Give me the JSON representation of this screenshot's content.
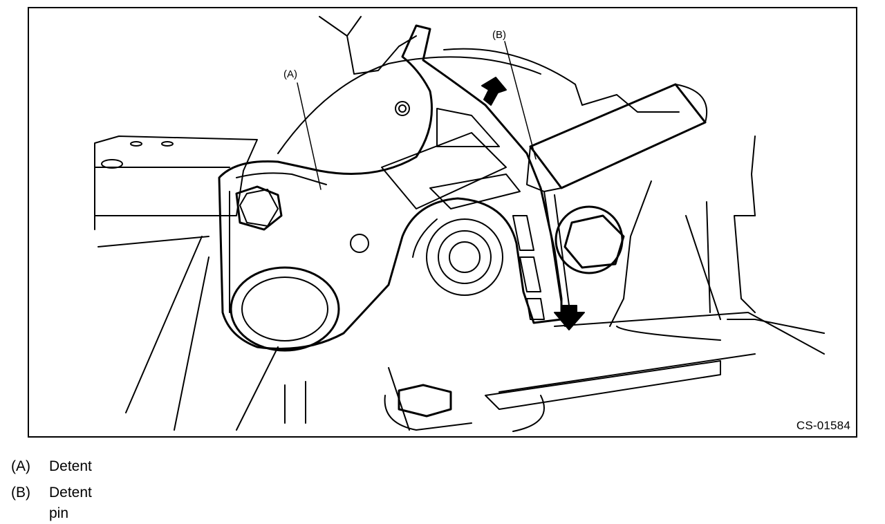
{
  "figure": {
    "code": "CS-01584",
    "callouts": [
      {
        "key": "(A)"
      },
      {
        "key": "(B)"
      }
    ]
  },
  "legend": [
    {
      "key": "(A)",
      "text": "Detent"
    },
    {
      "key": "(B)",
      "text": "Detent pin"
    }
  ]
}
